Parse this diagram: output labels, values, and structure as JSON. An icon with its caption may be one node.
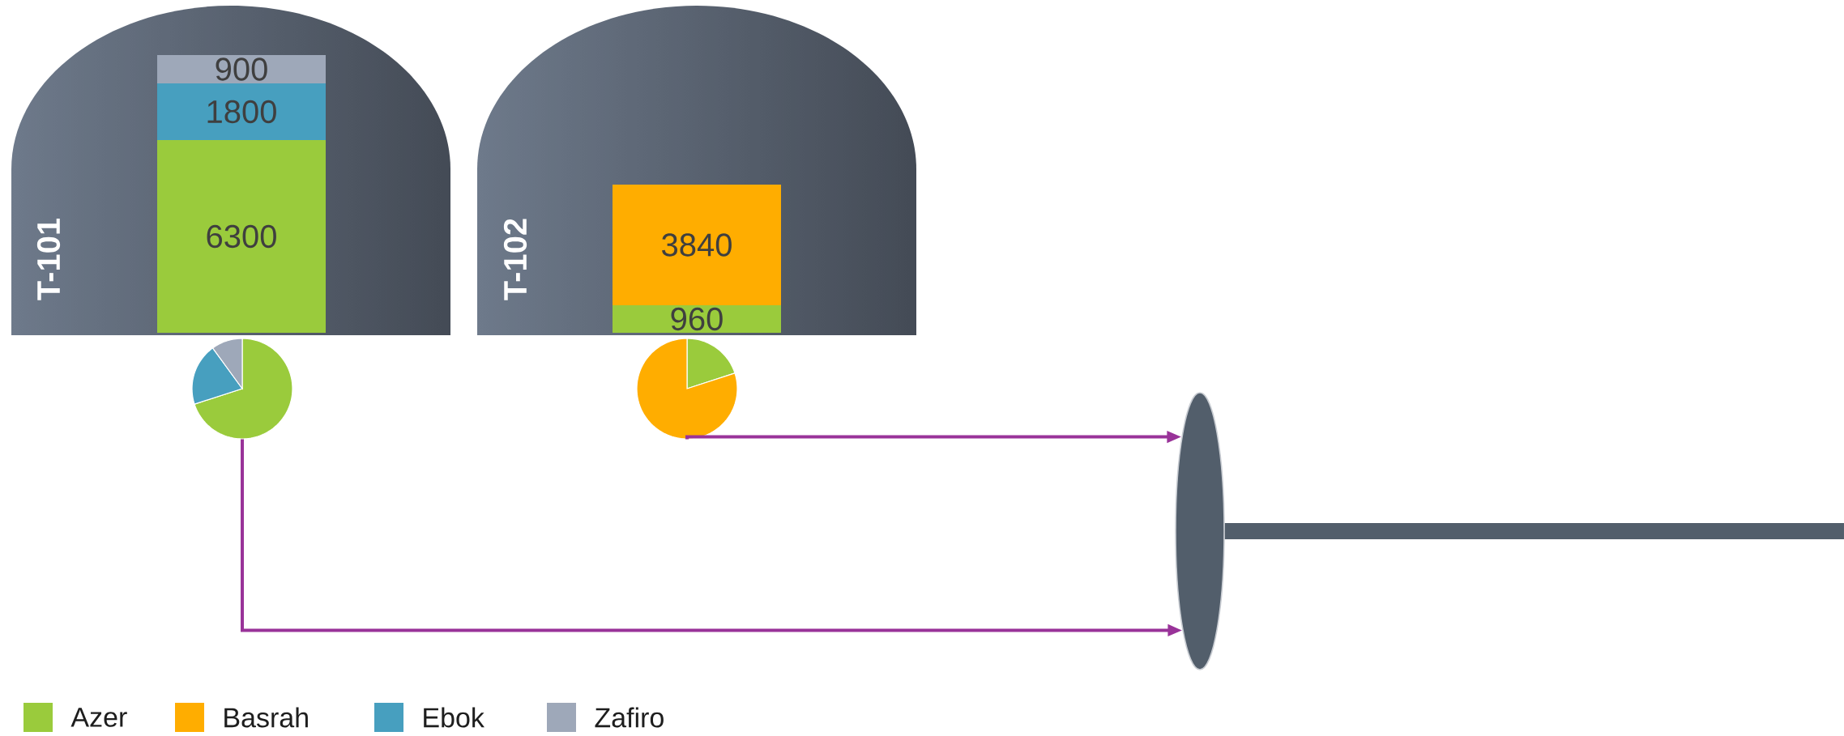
{
  "diagram": {
    "nodes": [
      {
        "text": [
          "T-101"
        ]
      },
      {
        "text": [
          "900"
        ],
        "in": 0
      },
      {
        "text": [
          "1800"
        ],
        "in": 0
      },
      {
        "text": [
          "6300"
        ],
        "in": 0
      },
      {
        "text": [
          "T-102"
        ]
      },
      {
        "text": [
          "3840"
        ],
        "in": 4
      },
      {
        "text": [
          "960"
        ],
        "in": 4
      },
      {
        "text": [],
        "shape": "pie"
      },
      {
        "text": [],
        "shape": "pie"
      },
      {
        "text": [],
        "shape": "ellipse"
      }
    ],
    "edges": [
      {
        "from": 8,
        "to": 9,
        "arrow": "to"
      },
      {
        "from": 7,
        "to": 9,
        "arrow": "to"
      },
      {
        "from": 9,
        "to": null,
        "arrow": "none",
        "style": "thick",
        "color": "#525e6b"
      }
    ],
    "legend": [
      {
        "text": "Azer",
        "color": "#9acb3c"
      },
      {
        "text": "Basrah",
        "color": "#ffad00"
      },
      {
        "text": "Ebok",
        "color": "#479fbf"
      },
      {
        "text": "Zafiro",
        "color": "#9ea8b9"
      }
    ]
  }
}
